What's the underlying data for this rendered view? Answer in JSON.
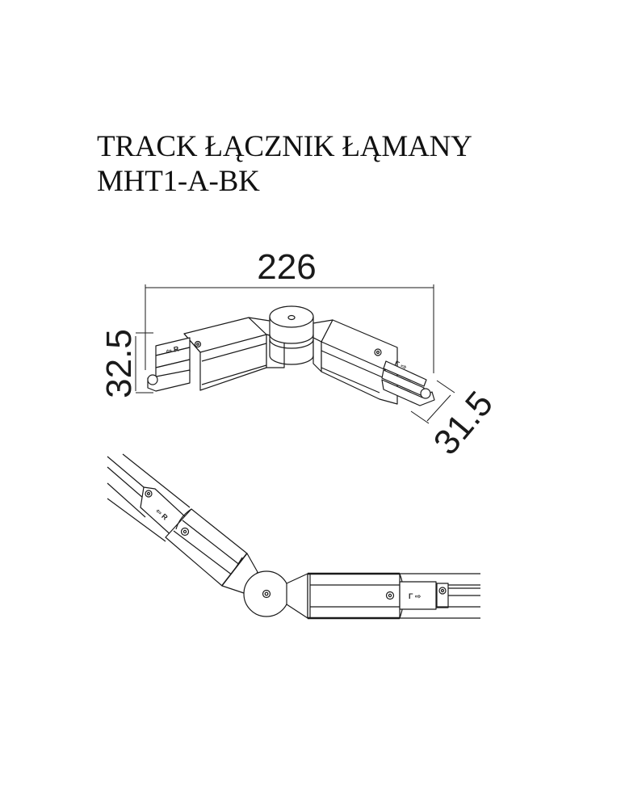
{
  "title": {
    "line1": "TRACK ŁĄCZNIK ŁĄMANY",
    "line2": "MHT1-A-BK"
  },
  "dimensions": {
    "width": "226",
    "height_left": "32.5",
    "height_right": "31.5"
  },
  "labels": {
    "left_connector_mark": "⇦ R",
    "right_connector_mark": "Γ ⇨"
  },
  "colors": {
    "line": "#1a1a1a",
    "background": "#ffffff"
  }
}
